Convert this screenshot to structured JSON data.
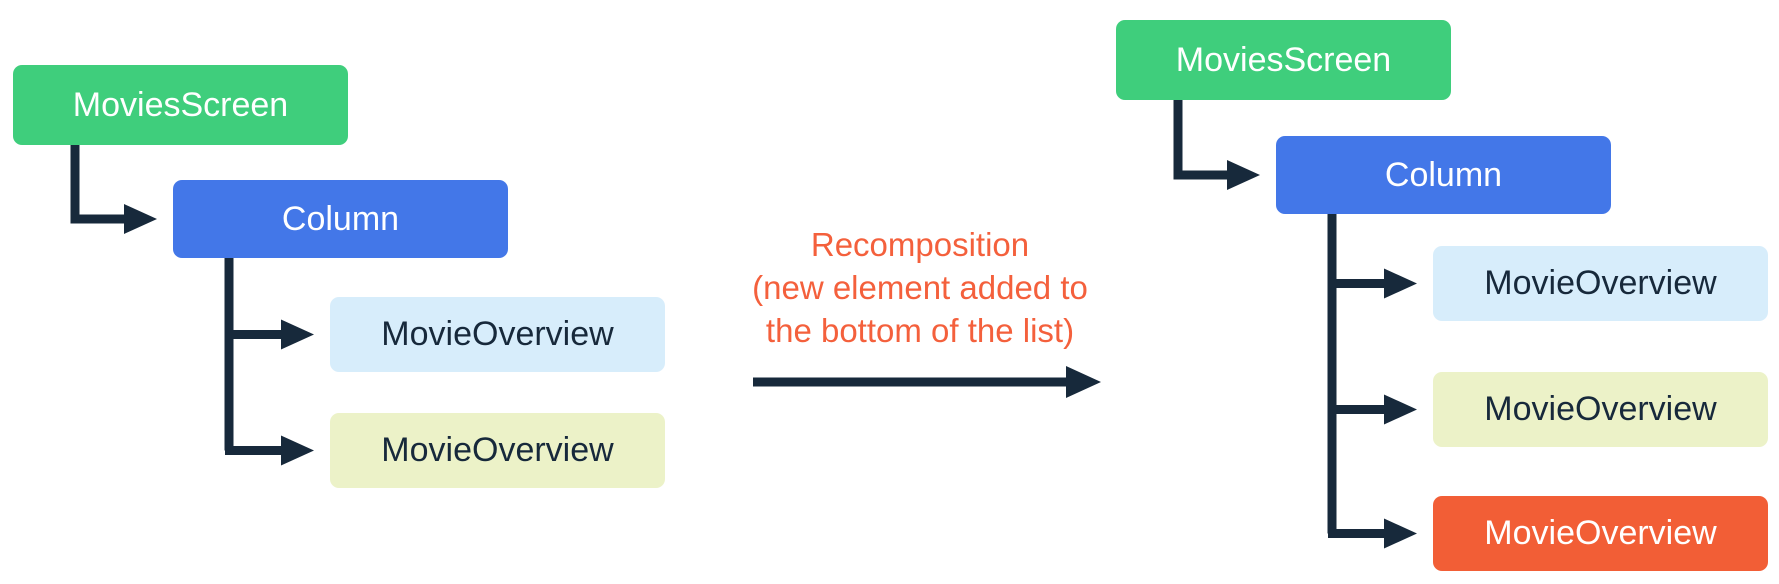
{
  "colors": {
    "node_green": "#3FCE7C",
    "node_blue": "#4377E8",
    "node_light_blue": "#D7EDFB",
    "node_light_yellow": "#ECF2C8",
    "node_orange": "#F25E36",
    "connector_navy": "#17293B",
    "caption_orange": "#F4603C",
    "node_text_light": "#FFFFFF",
    "node_text_dark": "#17293B",
    "background": "#FFFFFF"
  },
  "left_tree": {
    "root_label": "MoviesScreen",
    "container_label": "Column",
    "children": [
      {
        "label": "MovieOverview"
      },
      {
        "label": "MovieOverview"
      }
    ]
  },
  "caption": {
    "lines": [
      "Recomposition",
      "(new element added to",
      "the bottom of the list)"
    ]
  },
  "right_tree": {
    "root_label": "MoviesScreen",
    "container_label": "Column",
    "children": [
      {
        "label": "MovieOverview"
      },
      {
        "label": "MovieOverview"
      },
      {
        "label": "MovieOverview"
      }
    ]
  }
}
